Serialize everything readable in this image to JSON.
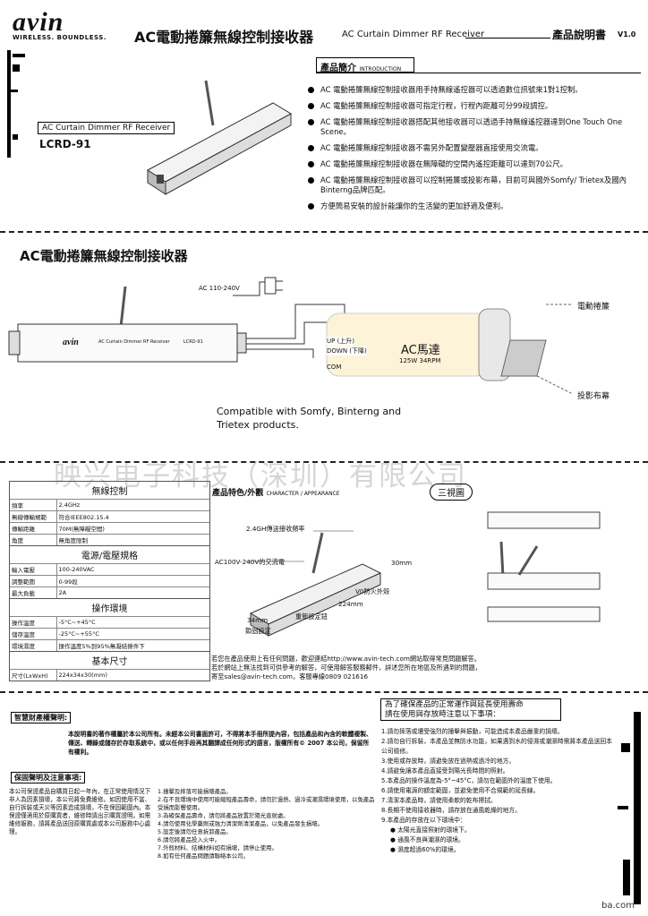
{
  "header": {
    "brand": "avin",
    "tagline": "WIRELESS. BOUNDLESS.",
    "title_cn": "AC電動捲簾無線控制接收器",
    "title_en": "AC Curtain Dimmer RF Receiver",
    "manual": "產品說明書",
    "version": "V1.0"
  },
  "intro": {
    "heading": "產品簡介",
    "heading_en": "INTRODUCTION",
    "features": [
      "AC 電動捲簾無線控制接收器用手持無線遙控器可以透過數位訊號來1對1控制。",
      "AC 電動捲簾無線控制接收器可指定行程，行程內距離可分99段調控。",
      "AC 電動捲簾無線控制接收器搭配其他接收器可以透過手持無線遙控器達到One Touch One Scene。",
      "AC 電動捲簾無線控制接收器不需另外配置變壓器直接使用交流電。",
      "AC 電動捲簾無線控制接收器在無障礙的空間內遙控距離可以達到70公尺。",
      "AC 電動捲簾無線控制接收器可以控制捲簾或投影布幕，目前可與國外Somfy/ Trietex及國內Binterng品牌匹配。",
      "方便簡易安裝的設計能讓你的生活變的更加舒適及便利。"
    ]
  },
  "product": {
    "label": "AC Curtain Dimmer RF Receiver",
    "model": "LCRD-91"
  },
  "wiring": {
    "title": "AC電動捲簾無線控制接收器",
    "ac_input": "AC 110-240V",
    "up": "UP (上升)",
    "down": "DOWN (下降)",
    "com": "COM",
    "motor": "AC馬達",
    "motor_spec": "125W 34RPM",
    "curtain": "電動捲簾",
    "screen": "投影布幕",
    "compat_1": "Compatible with Somfy, Binterng and",
    "compat_2": "Trietex products.",
    "device_brand": "avin",
    "device_name": "AC Curtain Dimmer RF Receiver",
    "device_model": "LCRD-91"
  },
  "watermark": "映兴电子科技（深圳）有限公司",
  "specs": {
    "wireless_title": "無線控制",
    "wireless": [
      [
        "頻率",
        "2.4GHz"
      ],
      [
        "無線傳輸規範",
        "符合IEEE802.15.4"
      ],
      [
        "傳輸距離",
        "70M(無障礙空間)"
      ],
      [
        "角度",
        "無角度限制"
      ]
    ],
    "power_title": "電源/電壓規格",
    "power": [
      [
        "輸入電壓",
        "100-240VAC"
      ],
      [
        "調整範圍",
        "0-99段"
      ],
      [
        "最大負載",
        "2A"
      ]
    ],
    "env_title": "操作環境",
    "env": [
      [
        "操作溫度",
        "-5°C~+45°C"
      ],
      [
        "儲存溫度",
        "-25°C~+55°C"
      ],
      [
        "環境濕度",
        "操作溫度5%到95%無凝結條件下"
      ]
    ],
    "size_title": "基本尺寸",
    "size": [
      [
        "尺寸(LxWxH)",
        "224x34x30(mm)"
      ]
    ]
  },
  "appearance": {
    "title": "產品特色/外觀",
    "title_en": "CHARACTER / APPEARANCE",
    "three_view": "三視圖",
    "ann_antenna": "2.4GH傳送接收頻率",
    "ann_ac": "AC100V-240V的交流電",
    "ann_v0": "V0防火外殼",
    "ann_set": "重新設定鈕",
    "ann_fix": "鎖固設定",
    "dim_30": "30mm",
    "dim_224": "224mm",
    "dim_34": "34mm"
  },
  "faq": {
    "line1": "若您在產品使用上有任何問題，歡迎連結http://www.avin-tech.com網站取得常見問題解答。",
    "line2": "若於網站上無法找到可供參考的解答，可使用解答服務郵件，詳述您所在地區及所遇到的問題，",
    "line3": "寄至sales@avin-tech.com，客服專線0809 021616"
  },
  "tip": {
    "line1": "為了確保產品的正常運作與延長使用壽命",
    "line2": "請在使用與存放時注意以下事項："
  },
  "ip": {
    "title": "智慧財產權聲明:",
    "text": "本說明書的著作權屬於本公司所有。未經本公司書面許可，不得將本手冊所提內容，包括產品和內含的軟體複製、傳送、轉錄或儲存於存取系統中，或以任何手段再其翻譯成任何形式的語言，版權所有© 2007 本公司，保留所有權利。"
  },
  "warranty": {
    "title": "保固聲明及注意事項:",
    "text": "本公司保證產品自購買日起一年內，在正常使用情況下非人為因素損壞，本公司將免費維修。如因使用不當、自行拆裝或天災等因素造成損壞，不在保固範圍內。本保證僅適用於原購買者，維修時請出示購買證明。如需維修服務，請將產品送回原購買處或本公司服務中心處理。"
  },
  "cautions_left": [
    "1.撞擊及摔落可能損壞產品。",
    "2.在不良環境中使用可能縮短產品壽命，請勿於過熱、過冷或潮濕環境使用，以免產品受損而影響使用。",
    "3.為確保產品壽命，請勿將產品放置於陽光直射處。",
    "4.請勿使用化學藥劑或強力清潔劑清潔產品，以免產品發生損壞。",
    "5.設定後請勿任意拆卸產品。",
    "6.請勿將產品投入火中。",
    "7.外殼材料、結構材料如有損壞，請停止使用。",
    "8.如有任何產品問題請聯絡本公司。"
  ],
  "cautions_right": [
    "1.請勿摔落或遭受強烈的撞擊與振動，可能造成本產品嚴重的損壞。",
    "2.請勿自行拆裝，本產品並無防水功能，如果遇到水的侵濕或潮濕時需將本產品送回本公司檢修。",
    "3.使用或存放時，請避免放在過熱或過冷的地方。",
    "4.請避免讓本產品直接受到陽光長時間的照射。",
    "5.本產品的操作溫度為-5°~45°C，請勿在範圍外的溫度下使用。",
    "6.請使用電源的額定範圍，並避免使用不合規範的延長線。",
    "7.清潔本產品時，請使用柔軟的乾布擦拭。",
    "8.長期不使用接收器時，請存放在通風乾燥的地方。",
    "9.本產品的存放在以下環境中："
  ],
  "storage": [
    "太陽光直接照射的環境下。",
    "通風不良與潮濕的環境。",
    "濕度超過60%的環境。"
  ],
  "footer": "ba.com"
}
